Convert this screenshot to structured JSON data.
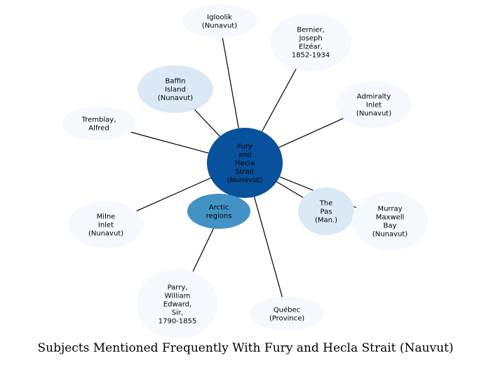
{
  "title": "Subjects Mentioned Frequently With Fury and Hecla Strait (Nauvut)",
  "colors": {
    "center_fill": "#08519c",
    "mid_fill": "#4292c6",
    "light_fill": "#dbe9f6",
    "pale_fill": "#f5f9fe",
    "edge": "#000000"
  },
  "nodes": [
    {
      "id": "center",
      "lines": [
        "Fury",
        "and",
        "Hecla",
        "Strait",
        "(Nunavut)"
      ]
    },
    {
      "id": "igloolik",
      "lines": [
        "Igloolik",
        "(Nunavut)"
      ]
    },
    {
      "id": "bernier",
      "lines": [
        "Bernier,",
        "Joseph",
        "Elzéar,",
        "1852-1934"
      ]
    },
    {
      "id": "admiralty",
      "lines": [
        "Admiralty",
        "Inlet",
        "(Nunavut)"
      ]
    },
    {
      "id": "baffin",
      "lines": [
        "Baffin",
        "Island",
        "(Nunavut)"
      ]
    },
    {
      "id": "tremblay",
      "lines": [
        "Tremblay,",
        "Alfred"
      ]
    },
    {
      "id": "thepas",
      "lines": [
        "The",
        "Pas",
        "(Man.)"
      ]
    },
    {
      "id": "murray",
      "lines": [
        "Murray",
        "Maxwell",
        "Bay",
        "(Nunavut)"
      ]
    },
    {
      "id": "arctic",
      "lines": [
        "Arctic",
        "regions"
      ]
    },
    {
      "id": "milne",
      "lines": [
        "Milne",
        "Inlet",
        "(Nunavut)"
      ]
    },
    {
      "id": "parry",
      "lines": [
        "Parry,",
        "William",
        "Edward,",
        "Sir,",
        "1790-1855"
      ]
    },
    {
      "id": "quebec",
      "lines": [
        "Québec",
        "(Province)"
      ]
    }
  ]
}
